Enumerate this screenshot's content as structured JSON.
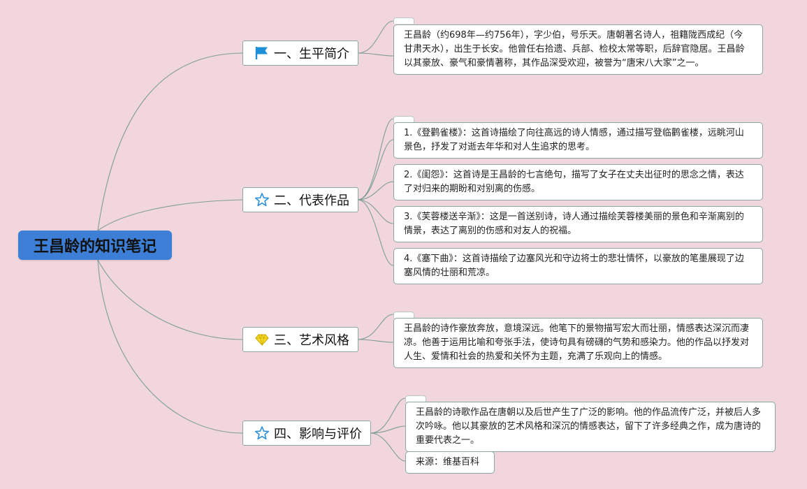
{
  "root": {
    "label": "王昌龄的知识笔记"
  },
  "branches": [
    {
      "label": "一、生平简介",
      "icon": "flag-icon",
      "leaves": [
        "王昌龄（约698年—约756年），字少伯，号乐天。唐朝著名诗人，祖籍陇西成纪（今甘肃天水），出生于长安。他曾任右拾遗、兵部、检校太常等职，后辞官隐居。王昌龄以其豪放、豪气和豪情著称，其作品深受欢迎，被誉为“唐宋八大家”之一。"
      ]
    },
    {
      "label": "二、代表作品",
      "icon": "star-icon",
      "leaves": [
        "1.《登鹳雀楼》：这首诗描绘了向往高远的诗人情感，通过描写登临鹳雀楼，远眺河山景色，抒发了对逝去年华和对人生追求的思考。",
        "2.《闺怨》：这首诗是王昌龄的七言绝句，描写了女子在丈夫出征时的思念之情，表达了对归来的期盼和对别离的伤感。",
        "3.《芙蓉楼送辛渐》：这是一首送别诗，诗人通过描绘芙蓉楼美丽的景色和辛渐离别的情景，表达了离别的伤感和对友人的祝福。",
        "4.《塞下曲》：这首诗描绘了边塞风光和守边将士的悲壮情怀，以豪放的笔墨展现了边塞风情的壮丽和荒凉。"
      ]
    },
    {
      "label": "三、艺术风格",
      "icon": "diamond-icon",
      "leaves": [
        "王昌龄的诗作豪放奔放，意境深远。他笔下的景物描写宏大而壮丽，情感表达深沉而凄凉。他善于运用比喻和夸张手法，使诗句具有磅礴的气势和感染力。他的作品以抒发对人生、爱情和社会的热爱和关怀为主题，充满了乐观向上的情感。"
      ]
    },
    {
      "label": "四、影响与评价",
      "icon": "star-icon",
      "leaves": [
        "王昌龄的诗歌作品在唐朝以及后世产生了广泛的影响。他的作品流传广泛，并被后人多次吟咏。他以其豪放的艺术风格和深沉的情感表达，留下了许多经典之作，成为唐诗的重要代表之一。",
        "来源：维基百科"
      ]
    }
  ],
  "colors": {
    "background": "#f2d6de",
    "root_fill": "#3d7fd6",
    "connector": "#7d9d93",
    "node_border": "#8aa7a0",
    "flag": "#1c8fd8",
    "star": "#2a8fd8",
    "diamond": "#f2d21a"
  }
}
